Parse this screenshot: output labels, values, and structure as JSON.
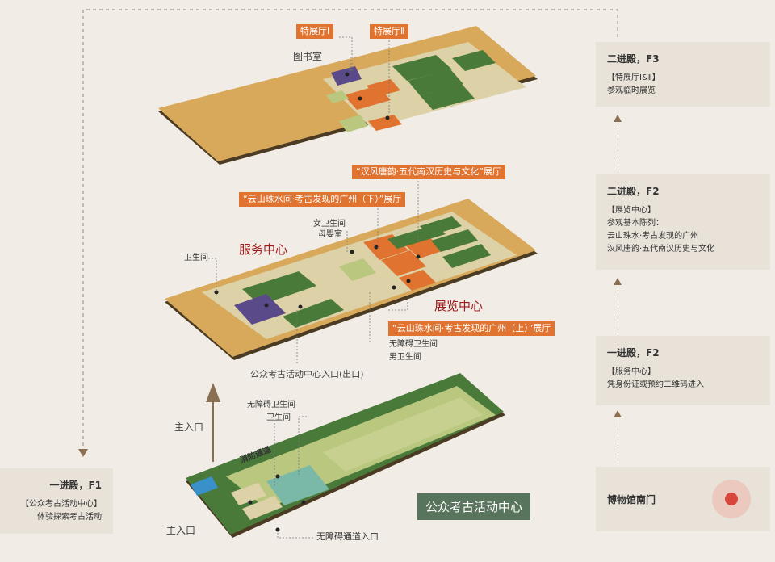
{
  "floors": {
    "f3_labels": {
      "special_hall_1": "特展厅Ⅰ",
      "special_hall_2": "特展厅Ⅱ",
      "library": "图书室"
    },
    "f2_labels": {
      "hall_han": "“汉风唐韵·五代南汉历史与文化”展厅",
      "hall_lower": "“云山珠水间·考古发现的广州（下）”展厅",
      "hall_upper": "“云山珠水间·考古发现的广州（上）”展厅",
      "womens_wc": "女卫生间",
      "nursery": "母婴室",
      "wc": "卫生间",
      "service_center": "服务中心",
      "exhibition_center": "展览中心",
      "accessible_wc": "无障碍卫生间",
      "mens_wc": "男卫生间",
      "archaeology_entrance": "公众考古活动中心入口(出口)"
    },
    "f1_labels": {
      "accessible_wc": "无障碍卫生间",
      "wc": "卫生间",
      "main_entrance_arrow": "主入口",
      "fire_passage": "消防通道",
      "main_entrance": "主入口",
      "accessible_entrance": "无障碍通道入口",
      "archaeology_center": "公众考古活动中心"
    }
  },
  "left_card": {
    "title": "一进殿，F1",
    "lines": [
      "【公众考古活动中心】",
      "体验探索考古活动"
    ]
  },
  "right_cards": [
    {
      "title": "二进殿，F3",
      "lines": [
        "【特展厅Ⅰ&Ⅱ】",
        "参观临时展览"
      ]
    },
    {
      "title": "二进殿，F2",
      "lines": [
        "【展览中心】",
        "参观基本陈列：",
        "云山珠水·考古发现的广州",
        "汉风唐韵·五代南汉历史与文化"
      ]
    },
    {
      "title": "一进殿，F2",
      "lines": [
        "【服务中心】",
        "凭身份证或预约二维码进入"
      ]
    }
  ],
  "south_gate": {
    "label": "博物馆南门"
  },
  "colors": {
    "background": "#f1ede6",
    "floor_base": "#d9a95b",
    "hall_orange": "#e0732f",
    "green": "#4a7a3a",
    "light_green": "#b9c77f",
    "purple": "#5b4a8a",
    "card": "#e8e2d8",
    "accent_red": "#a01c1c",
    "arrow": "#8b6f52"
  }
}
